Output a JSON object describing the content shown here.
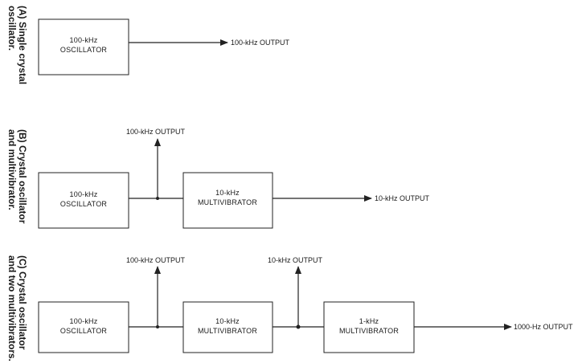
{
  "captions": {
    "a": [
      "(A) Single crystal",
      "oscillator."
    ],
    "b": [
      "(B) Crystal oscillator",
      "and multivibrator."
    ],
    "c": [
      "(C) Crystal oscillator",
      "and two multivibrators."
    ]
  },
  "blocks": {
    "osc": [
      "100-kHz",
      "OSCILLATOR"
    ],
    "mv10": [
      "10-kHz",
      "MULTIVIBRATOR"
    ],
    "mv1": [
      "1-kHz",
      "MULTIVIBRATOR"
    ]
  },
  "outputs": {
    "out_100k": "100-kHz OUTPUT",
    "out_10k": "10-kHz OUTPUT",
    "out_1000hz": "1000-Hz OUTPUT"
  }
}
